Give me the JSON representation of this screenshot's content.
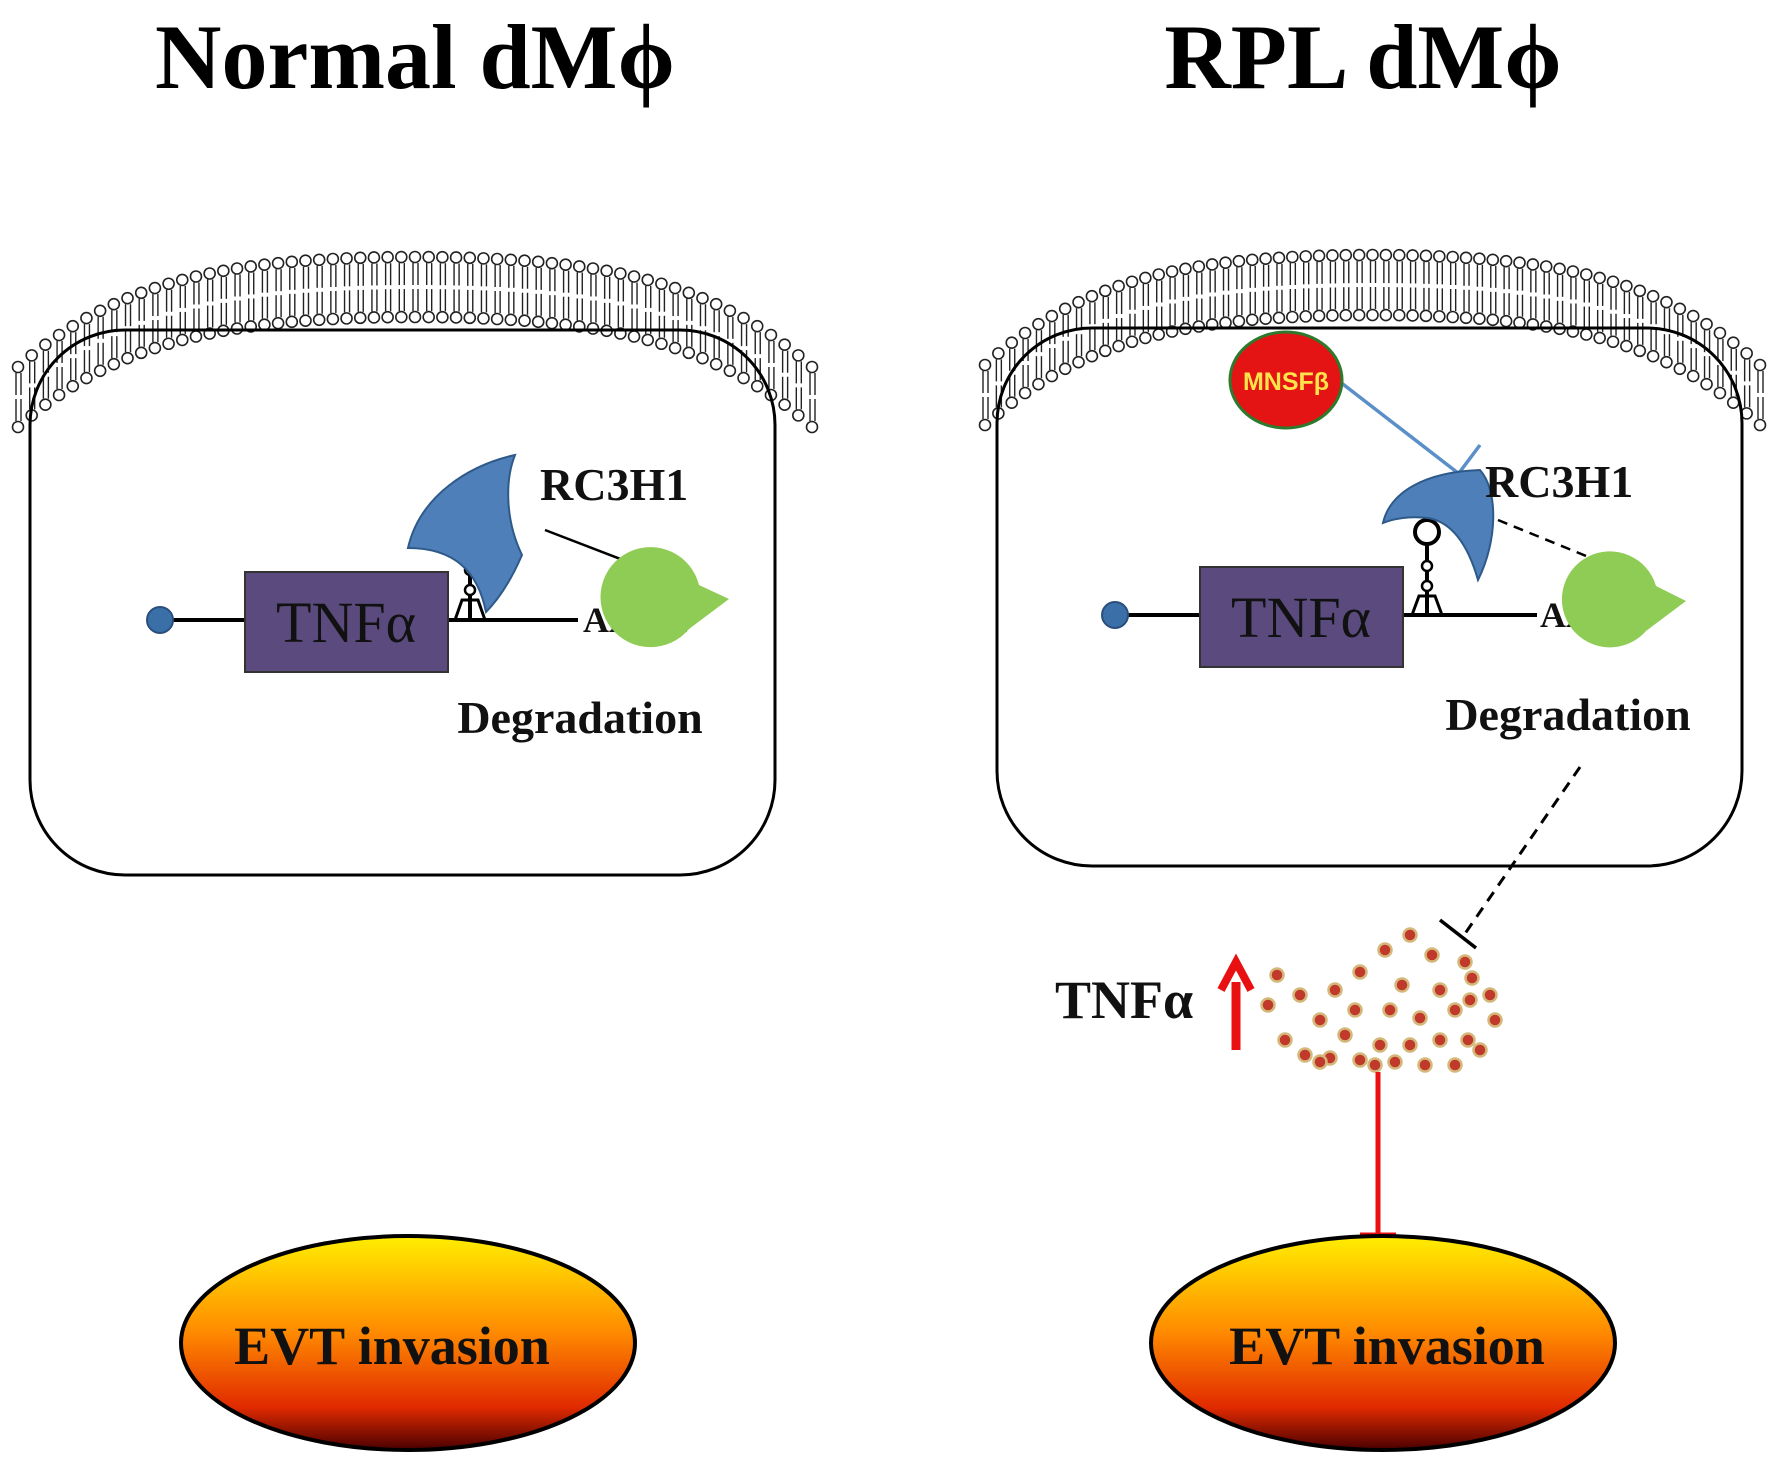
{
  "panels": [
    {
      "title": "Normal dMϕ",
      "gene_label": "TNFα",
      "protein_label": "RC3H1",
      "polya_label": "AAAA",
      "degradation_label": "Degradation",
      "outcome_label": "EVT invasion"
    },
    {
      "title": "RPL dMϕ",
      "gene_label": "TNFα",
      "protein_label": "RC3H1",
      "polya_label": "AAAA",
      "degradation_label": "Degradation",
      "inhibitor_label": "MNSFβ",
      "secreted_label": "TNFα",
      "outcome_label": "EVT invasion"
    }
  ],
  "colors": {
    "gene_box": "#5b4a7e",
    "rc3h1": "#4f7fb9",
    "degrader": "#8fcc55",
    "inhibitor": "#e41414",
    "inhibitor_text": "#ffe34a",
    "inhibit_line": "#5b8fc8",
    "up_arrow": "#e81010",
    "cytokine_dot": "#c0392b",
    "cytokine_ring": "#d4b87a"
  },
  "icons": [
    "lipid-bilayer-icon",
    "promoter-dot-icon",
    "stem-loop-icon",
    "up-arrow-icon"
  ]
}
